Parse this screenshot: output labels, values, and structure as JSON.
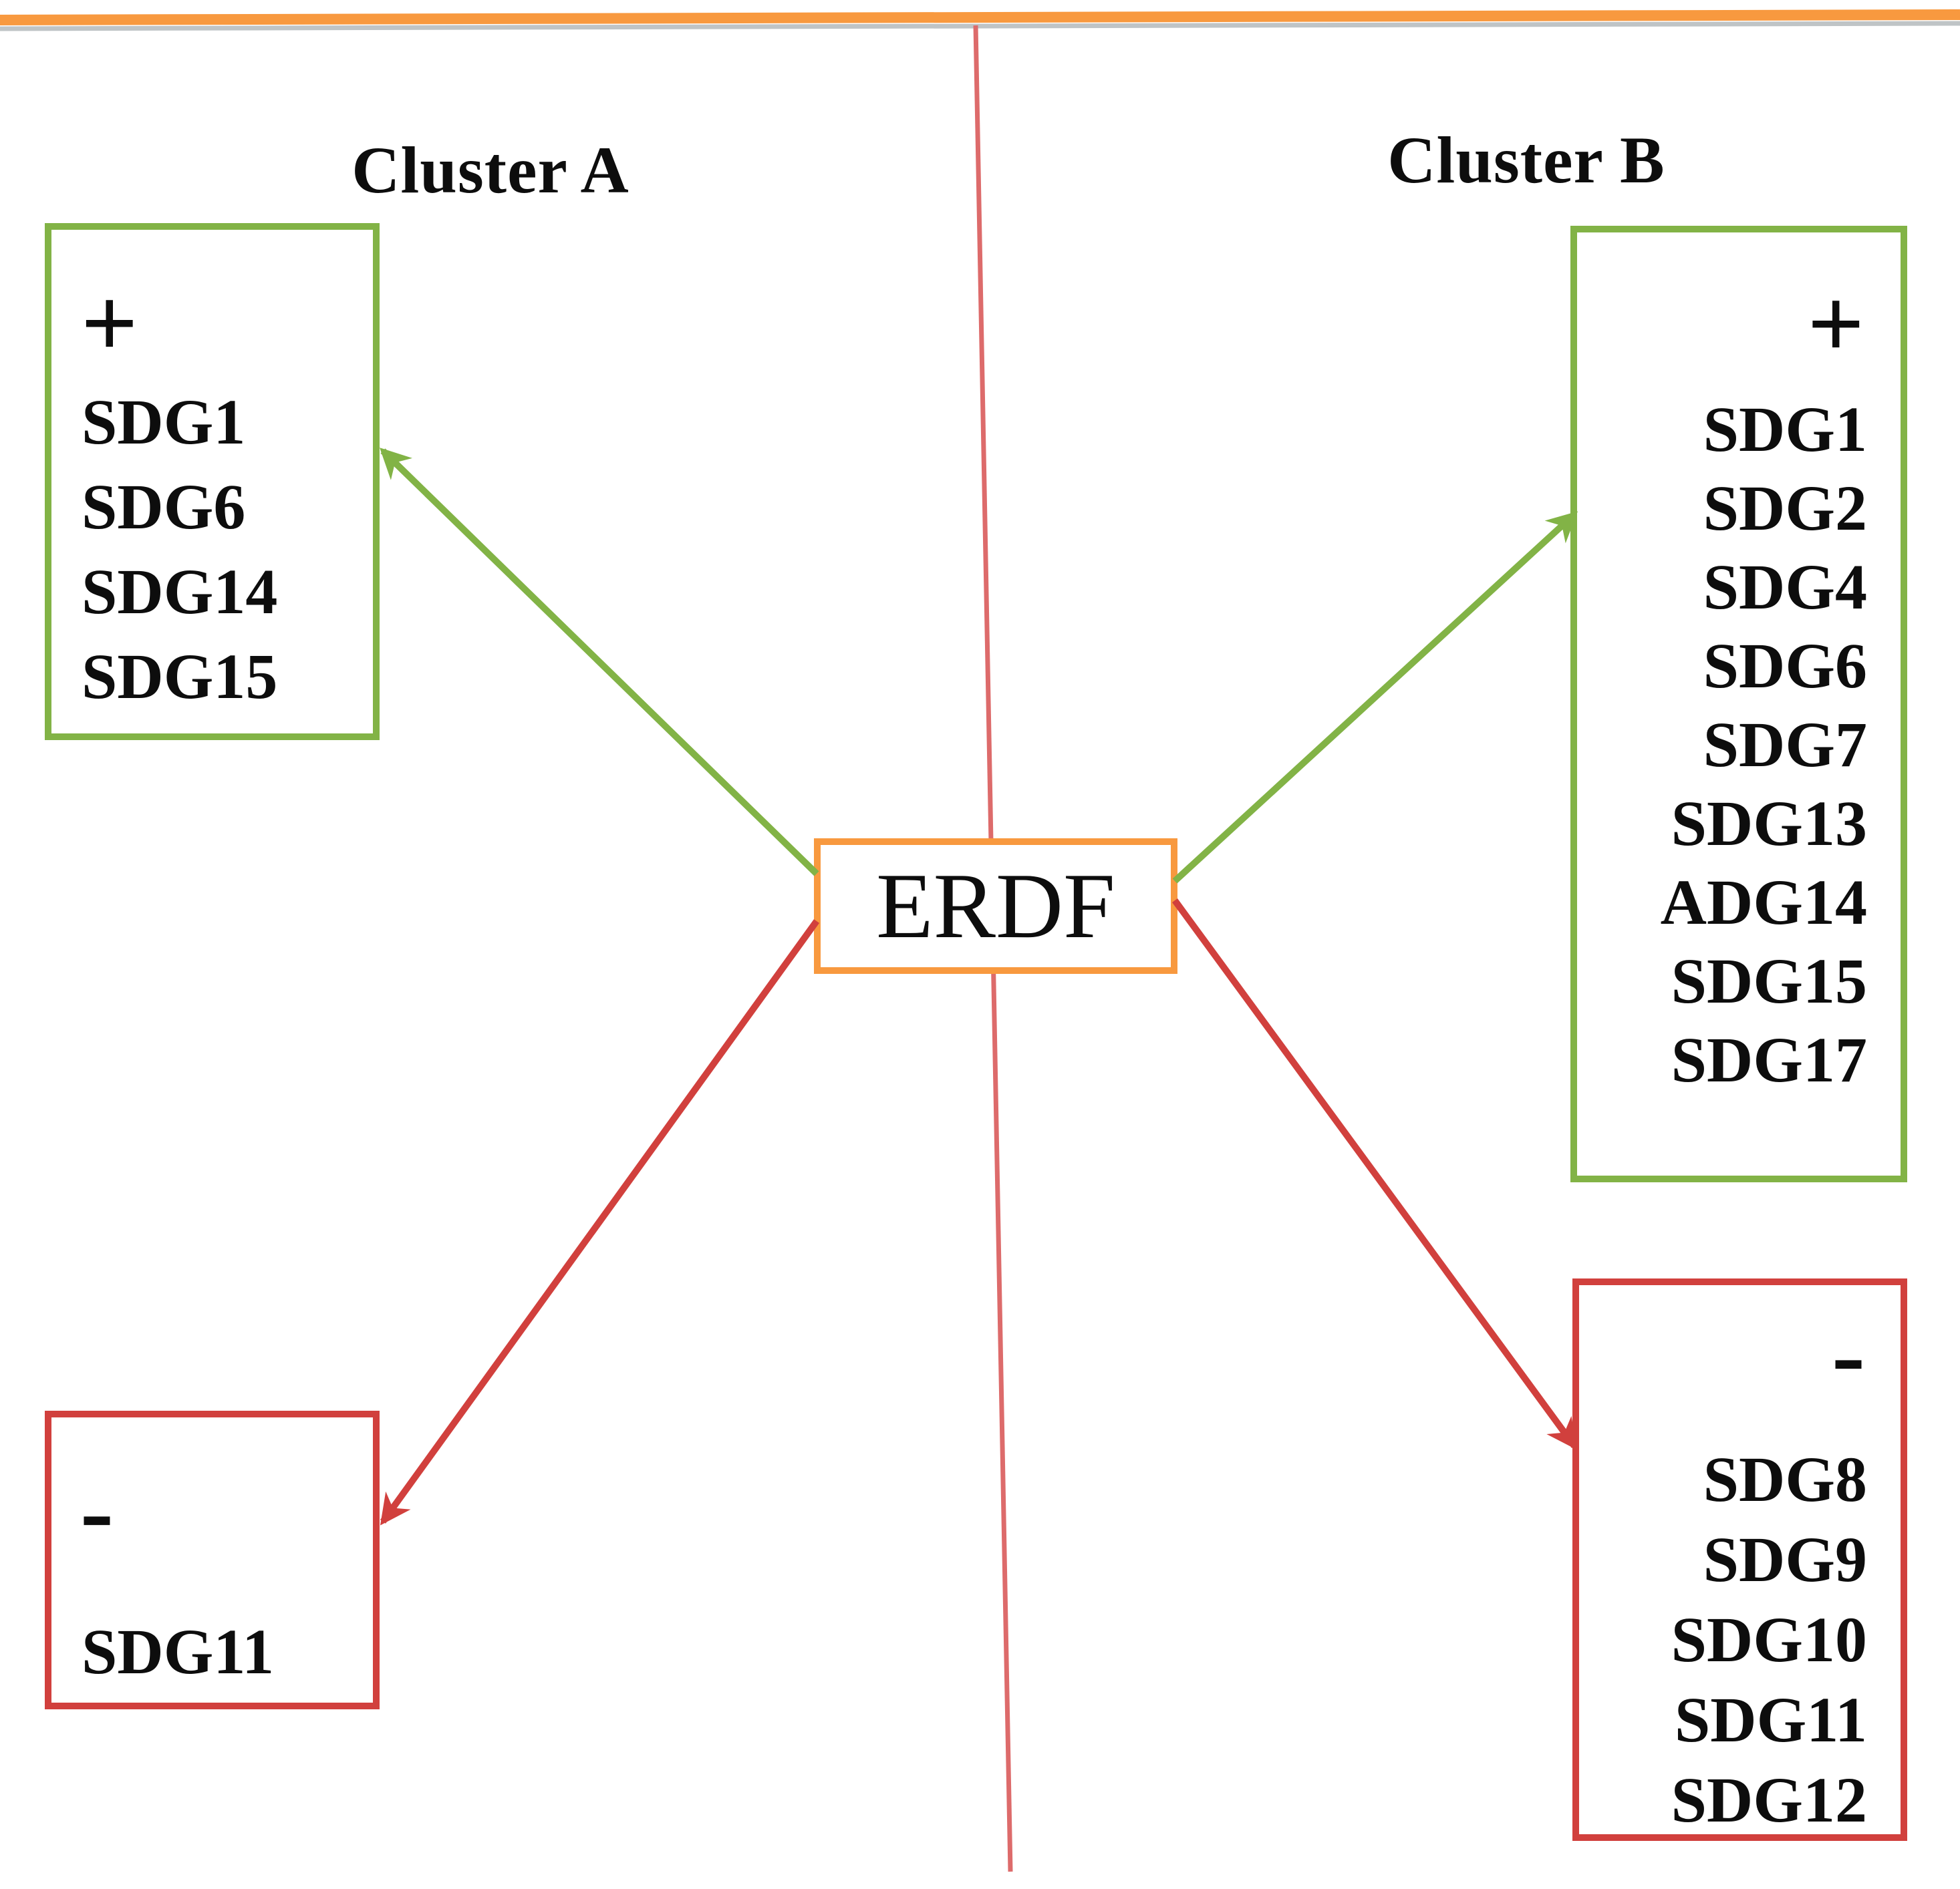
{
  "titles": {
    "cluster_a": "Cluster A",
    "cluster_b": "Cluster B"
  },
  "center": {
    "label": "ERDF"
  },
  "boxes": {
    "a_plus": {
      "sign": "+",
      "items": [
        "SDG1",
        "SDG6",
        "SDG14",
        "SDG15"
      ]
    },
    "a_minus": {
      "sign": "-",
      "items": [
        "SDG11"
      ]
    },
    "b_plus": {
      "sign": "+",
      "items": [
        "SDG1",
        "SDG2",
        "SDG4",
        "SDG6",
        "SDG7",
        "SDG13",
        "ADG14",
        "SDG15",
        "SDG17"
      ]
    },
    "b_minus": {
      "sign": "-",
      "items": [
        "SDG8",
        "SDG9",
        "SDG10",
        "SDG11",
        "SDG12"
      ]
    }
  },
  "colors": {
    "green": "#82b346",
    "red": "#d1403d",
    "redline": "#dd6b6b",
    "orange": "#f8993f",
    "grey": "#b5babd",
    "ink": "#0d0d0d"
  }
}
